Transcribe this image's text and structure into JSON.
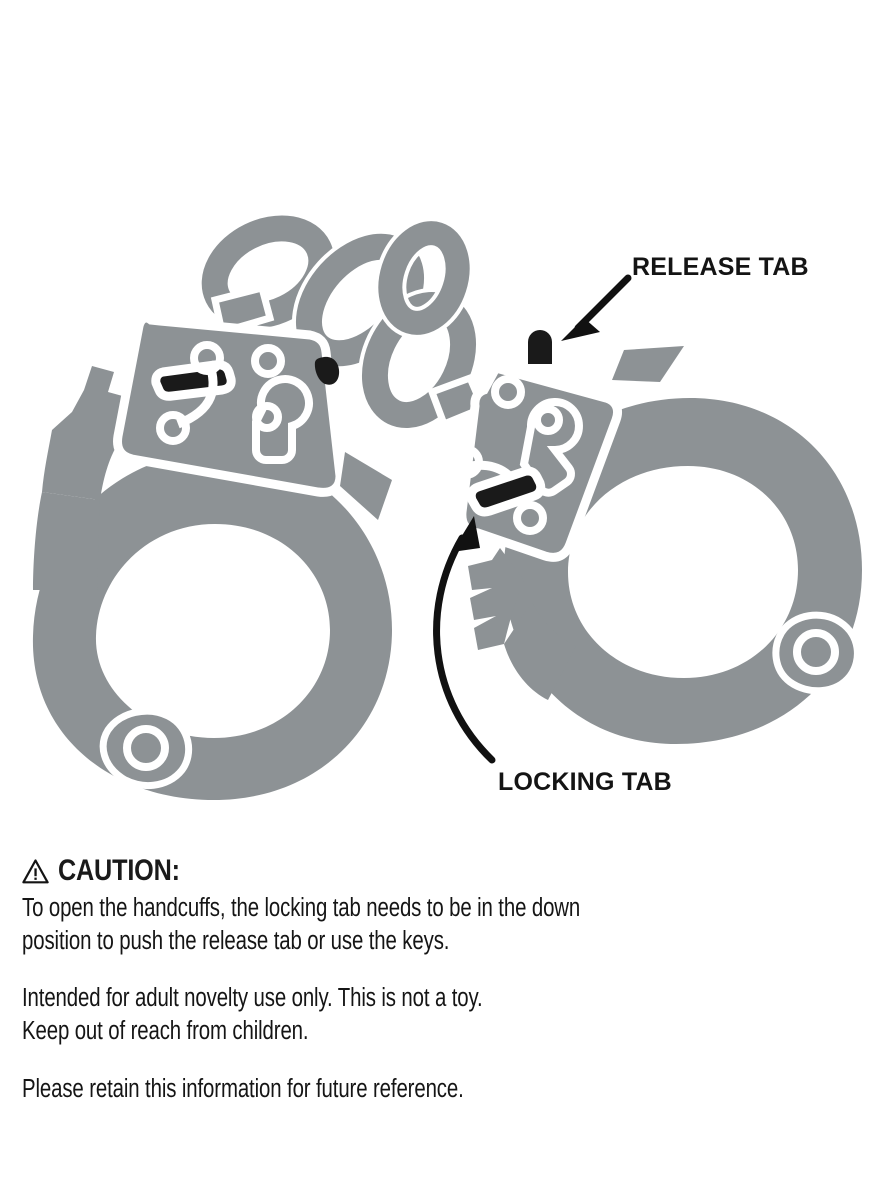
{
  "document": {
    "type": "product-instruction-sheet",
    "subject": "handcuffs",
    "background_color": "#ffffff"
  },
  "diagram": {
    "name": "handcuffs-diagram",
    "metal_color": "#8d9295",
    "outline_color": "#ffffff",
    "tab_color": "#1a1a1a",
    "arrow_color": "#111111",
    "labels": [
      {
        "id": "release-tab",
        "text": "RELEASE TAB",
        "arrow": "straight-diagonal",
        "points_to": "black release tab on right cuff top"
      },
      {
        "id": "locking-tab",
        "text": "LOCKING TAB",
        "arrow": "curved",
        "points_to": "black locking tab slot on right cuff body"
      }
    ],
    "parts": {
      "left_cuff": "left handcuff ring with lock body, keyhole, locking tab slot, release tab and pivot rivet",
      "right_cuff": "right handcuff ring with lock body, keyhole, locking tab slot, release tab and pivot rivet",
      "chain": "three interlocking oval chain links joining the two cuffs"
    }
  },
  "caution": {
    "icon": "warning-triangle-icon",
    "heading": "CAUTION:",
    "body_lines": [
      "To open the handcuffs, the locking tab needs to be in the down",
      "position to push the release tab or use the keys."
    ]
  },
  "notices": [
    {
      "id": "adult-novelty",
      "lines": [
        "Intended for adult novelty use only. This is not a toy.",
        "Keep out of reach from children."
      ]
    },
    {
      "id": "retain-info",
      "lines": [
        "Please retain this information for future reference."
      ]
    }
  ]
}
